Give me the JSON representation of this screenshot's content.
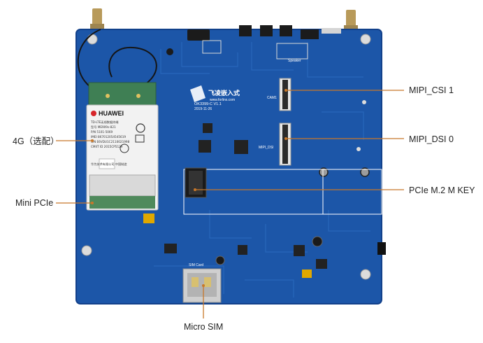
{
  "colors": {
    "board": "#1c56a8",
    "board_edge": "#12408a",
    "trace": "#2a68bd",
    "callout_line": "#c8782a",
    "module": "#f2f2f2",
    "pcb_green": "#4f8a5c",
    "text": "#222222"
  },
  "callouts": {
    "mipi_csi": "MIPI_CSI 1",
    "mipi_dsi": "MIPI_DSI 0",
    "pcie_m2": "PCIe M.2 M KEY",
    "lte_4g": "4G（选配）",
    "mini_pcie": "Mini PCIe",
    "micro_sim": "Micro SIM"
  },
  "board_silk": {
    "brand": "飞凌嵌入式",
    "website": "www.forlinx.com",
    "model": "OK3399-C V1.1",
    "date": "2019-11-26",
    "cam": "CAM1",
    "mipi_dsi": "MIPI_DSI",
    "sim": "SIM Card",
    "speaker": "Speaker"
  },
  "module_4g": {
    "brand": "HUAWEI",
    "line1": "TD-LTE无线数据终端",
    "line2": "型号 ME909s-821",
    "line3": "P/N 5101-5069",
    "line4": "IMEI 867012054545619",
    "line5": "S/N E6VDU1C2110021998",
    "line6": "CMIIT ID 2015CP5129",
    "line7": "华为技术有限公司   中国制造",
    "icon": "huawei-logo-icon"
  }
}
